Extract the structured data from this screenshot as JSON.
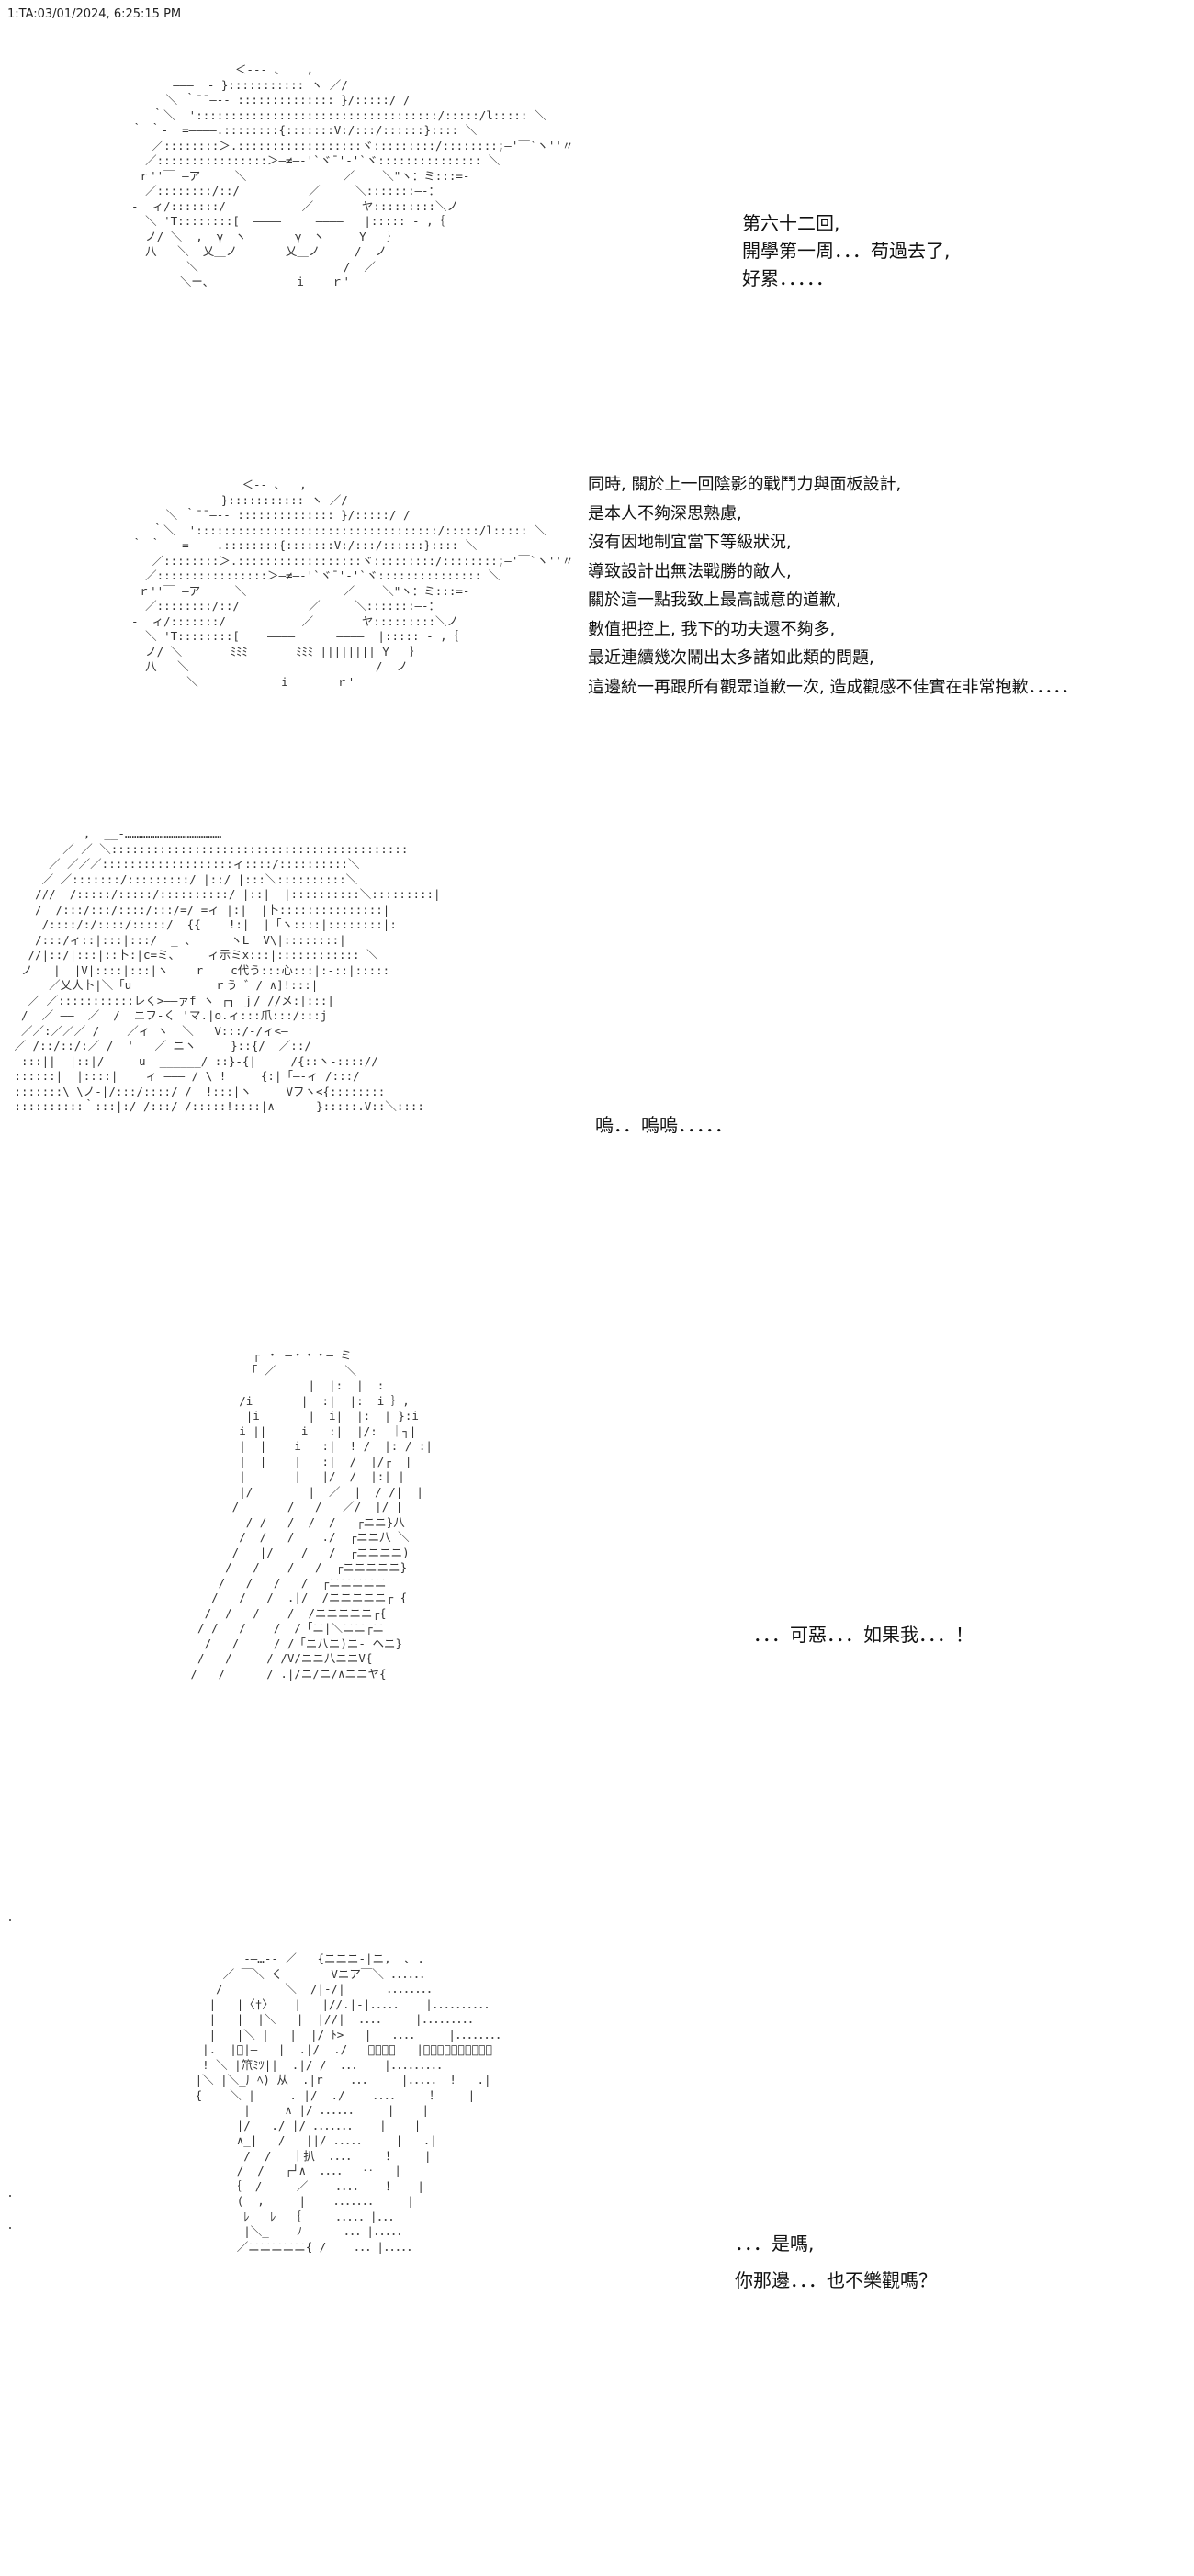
{
  "header": {
    "text": "1:TA:03/01/2024, 6:25:15 PM"
  },
  "panels": [
    {
      "lines": [
        "第六十二回,",
        "開學第一周．．．苟過去了,",
        "好累．．．．．"
      ]
    },
    {
      "lines": [
        "同時, 關於上一回陰影的戰鬥力與面板設計,",
        "是本人不夠深思熟慮,",
        "沒有因地制宜當下等級狀況,",
        "導致設計出無法戰勝的敵人,",
        "關於這一點我致上最高誠意的道歉,",
        "數值把控上, 我下的功夫還不夠多,",
        "最近連續幾次鬧出太多諸如此類的問題,",
        "這邊統一再跟所有觀眾道歉一次, 造成觀感不佳實在非常抱歉．．．．．"
      ]
    },
    {
      "lines": [
        "嗚．．嗚嗚．．．．．"
      ]
    },
    {
      "lines": [
        "．．．可惡．．．如果我．．．！"
      ]
    },
    {
      "lines": [
        "．．．是嗎,",
        "你那邊．．．也不樂觀嗎？"
      ]
    }
  ],
  "art": [
    "                 ＜--- 、   ,\n        ―――  - }::::::::::: ヽ ／/\n       ＼ ｀¯¯―-- :::::::::::::: }/:::::/ /\n     ｀＼  ':::::::::::::::::::::::::::::::::::/:::::/l::::: ＼\n  ｀ ｀-  =――――.::::::::{:::::::V:/:::/::::::}:::: ＼\n     ／::::::::＞.::::::::::::::::::ヾ:::::::::/::::::::;―'￣`ヽ''〃\n    ／::::::::::::::::＞―≠―-'`ヾ¯'-'`ヾ::::::::::::::: ＼\n   ｒ''￣ ―ア     ＼              ／    ＼\"ヽ：ミ:::=-\n    ／::::::::/::/          ／     ＼:::::::―-：\n  -  ィ/:::::::/           ／       ヤ:::::::::＼ノ\n    ＼ 'T::::::::[  ――――     ――――   |::::: - ,｛\n    ノ/ ＼  ,  γ￣ヽ       γ￣ヽ     Y   ｝\n    八   ＼  乂＿ノ       乂＿ノ     /  ノ\n          ＼                     /  ／\n         ＼ー、            i    ｒ'",
    "                  ＜-- 、  ,\n        ―――  - }::::::::::: ヽ ／/\n       ＼ ｀¯¯―-- :::::::::::::: }/:::::/ /\n     ｀＼  ':::::::::::::::::::::::::::::::::::/:::::/l::::: ＼\n  ｀ ｀-  =――――.::::::::{:::::::V:/:::/::::::}:::: ＼\n     ／::::::::＞.::::::::::::::::::ヾ:::::::::/::::::::;―'￣`ヽ''〃\n    ／::::::::::::::::＞―≠―-'`ヾ¯'-'`ヾ::::::::::::::: ＼\n   ｒ''￣ ―ア     ＼              ／    ＼\"ヽ：ミ:::=-\n    ／::::::::/::/          ／     ＼:::::::―-：\n  -  ィ/:::::::/           ／       ヤ:::::::::＼ノ\n    ＼ 'T::::::::[    ――――      ――――  |::::: - ,｛\n    ノ/ ＼       ﾐﾐﾐ       ﾐﾐﾐ |||||||| Y   ｝\n    八   ＼                           /  ノ\n          ＼            i       ｒ'",
    "           ,  __-……………………………………\n        ／ ／ ＼:::::::::::::::::::::::::::::::::::::::::::\n      ／ ／／／:::::::::::::::::::ィ::::/::::::::::＼\n     ／ ／:::::::/:::::::::/ |::/ |:::＼::::::::::＼\n    ///  /:::::/:::::/::::::::::/ |::|  |::::::::::＼:::::::::|\n    /  /:::/:::/::::/:::/=/ =ィ |:|  |卜:::::::::::::::|\n     /::::/:/::::/:::::/  {{    !:|  |「ヽ::::|::::::::|:\n    /:::/ィ::|:::|:::/  _ 、     ヽL  V\\|::::::::|\n   //|::/|:::|::卜:|c=ミ、    ィ示ミx:::|:::::::::::: ＼\n  ノ   |  |V|::::|:::|ヽ    r    c代う:::心:::|:-::|:::::\n      ／乂人卜|＼「u            ｒう ゛/ ∧]!:::|\n   ／ ／:::::::::::レく>――ァf ヽ ┌┐ ｊ/ //メ:|:::|\n  /  ／ ――  ／  /  ニフ‐く 'マ.|o.ィ:::爪:::/:::j\n  ／／:／／／ /    ／ィ ヽ  ＼   V:::/-/ィ<―\n ／ /::/::/:／ /  '   ／ ニヽ     }::{/  ／::/\n  :::||  |::|/     u  ______/ ::}-{|     /{::ヽ-::::// \n ::::::|  |::::|    ィ ――― / \\ !     {:|「―-ィ /:::/ \n :::::::\\ \\ノ-|/:::/::::/ /  !:::|ヽ     Vフヽ<{::::::::\n ::::::::::｀:::|:/ /:::/ /:::::!::::|∧      }:::::.V::＼::::",
    "          ┌ ・ ―・・・― ミ\n         「 ／          ＼\n                  |  |:  |  :\n        /i       |  :|  |:  i ｝,\n         |i       |  i|  |:  | }:i\n        i ||     i   :|  |/:  ｜┐|\n        |  |    i   :|  ! /  |: / :|\n        |  |    |   :|  /  |/┌  |\n        |       |   |/  /  |:| |\n        |/        |  ／  |  / /|  |\n       /       /   /   ／/  |/ |\n         / /   /  /  /   ┌ニニ}八\n        /  /   /    ./  ┌ニニ八 ＼\n       /   |/    /   /  ┌ニニニニ)\n      /   /    /   /  ┌ニニニニニ}\n     /   /   /   /  ┌ニニニニニ\n    /   /   /  .|/  /ニニニニニ┌ {\n   /  /   /    /  /ニニニニニ┌{\n  / /   /    /  /「ニ|＼ニニ┌ニ\n   /   /     / /「ニ八ニ)ニ‐ ヘニ}\n  /   /     / /V/ニニ八ニニV{\n /   /      / .|/ニ/ニ/∧ニニヤ{",
    "          -―…-- ／   {ニニニ-|ニ,  ､ .\n       ／ ￣＼ く       Vニア￣＼ ．．．．．．\n      /         ＼  /|-/|      ．．．．．．．．\n     |   |〈†〉   |   |//.|-|．．．．．   |．．．．．．．．．．\n     |   |  |＼   |  |//|  ．．．．    |．．．．．．．．．\n     |   |＼ |   |  |/ ﾄ>   |   ．．．．    |．．．．．．．．\n    |.  |ﾞ|―   |  .|/  ./   ．．．．   |．．．．．．．．．．\n    ! ＼ |笊ﾐﾂ||  .|/ /  ．．．   |．．．．．．．．．\n   |＼ |＼_厂ﾍ) 从  .|r    ．．．    |．．．．． !   .|\n   {    ＼ |     . |/  ./    ．．．．    ！    |\n          |     ∧ |/ ．．．．．．    |    |\n         |/   ./ |/ ．．．．．．．   |    |\n         ∧_|   /   ||/ ．．．．．    |   .|\n          /  /   ｜扒  ．．．．    ！    |\n         /  /   ┌┘∧  ．．．．  ‥   |\n        ｛  /     ／    ．．．．   ！   |\n         (  ,     |    ．．．．．．．    |\n          ﾚ   ﾚ  ｛     ．．．．．|．．．\n          |＼_    ﾉ      ．．．|．．．．．\n         ／ニニニニニ{ /    ．．．|．．．．．"
  ]
}
